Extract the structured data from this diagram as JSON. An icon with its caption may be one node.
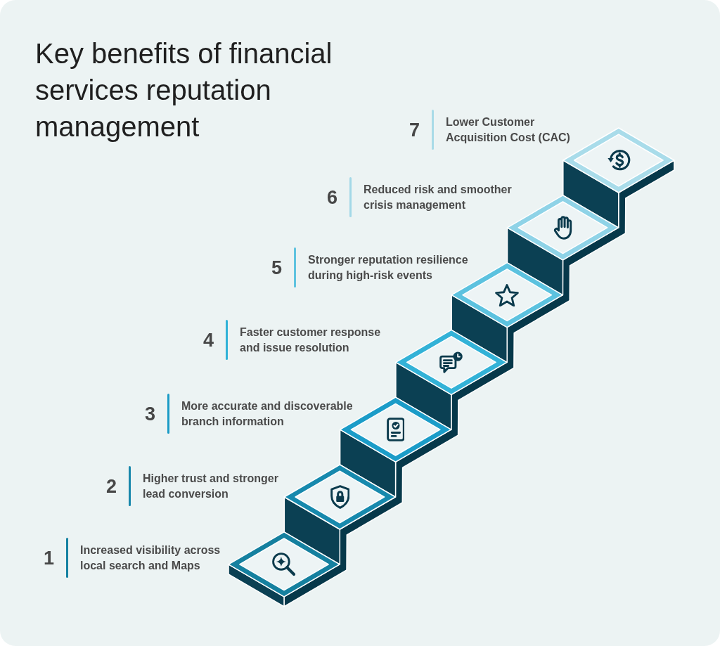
{
  "diagram": {
    "title": "Key benefits of financial services reputation management",
    "labels": [
      "7",
      "Lower Customer Acquisition Cost (CAC)",
      "6",
      "Reduced risk and smoother crisis management",
      "5",
      "Stronger reputation resilience during high-risk events",
      "4",
      "Faster customer response and issue resolution",
      "3",
      "More accurate and discoverable branch information",
      "2",
      "Higher trust and stronger lead conversion",
      "1",
      "Increased visibility across local search and Maps"
    ]
  }
}
